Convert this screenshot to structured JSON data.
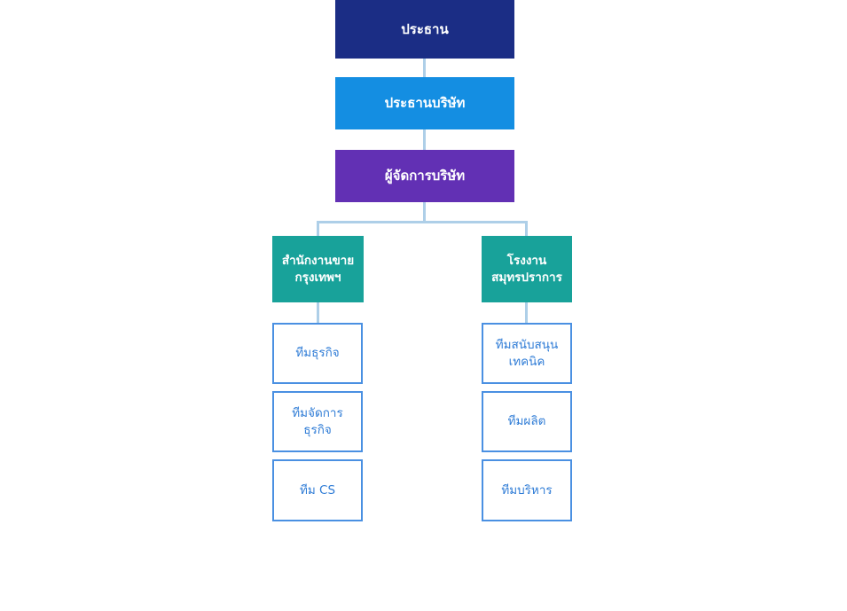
{
  "diagram": {
    "type": "organization-chart",
    "background": "#ffffff",
    "colors": {
      "level1": "#1b2d85",
      "level2": "#148ee2",
      "level3": "#6230b4",
      "level4": "#18a29a",
      "leaf-border": "#4a90e2",
      "leaf-text": "#2f7cd6",
      "connector": "#aecfe8"
    },
    "nodes": {
      "chairman": {
        "label": "ประธาน",
        "level": 1
      },
      "company_president": {
        "label": "ประธานบริษัท",
        "level": 2,
        "parent": "chairman"
      },
      "company_manager": {
        "label": "ผู้จัดการบริษัท",
        "level": 3,
        "parent": "company_president"
      },
      "bangkok_sales_office": {
        "label": "สำนักงานขาย\nกรุงเทพฯ",
        "level": 4,
        "parent": "company_manager"
      },
      "samut_prakan_factory": {
        "label": "โรงงาน\nสมุทรปราการ",
        "level": 4,
        "parent": "company_manager"
      },
      "business_team": {
        "label": "ทีมธุรกิจ",
        "level": 5,
        "parent": "bangkok_sales_office"
      },
      "business_management_team": {
        "label": "ทีมจัดการ\nธุรกิจ",
        "level": 5,
        "parent": "bangkok_sales_office"
      },
      "cs_team": {
        "label": "ทีม CS",
        "level": 5,
        "parent": "bangkok_sales_office"
      },
      "technical_support_team": {
        "label": "ทีมสนับสนุน\nเทคนิค",
        "level": 5,
        "parent": "samut_prakan_factory"
      },
      "production_team": {
        "label": "ทีมผลิต",
        "level": 5,
        "parent": "samut_prakan_factory"
      },
      "administration_team": {
        "label": "ทีมบริหาร",
        "level": 5,
        "parent": "samut_prakan_factory"
      }
    }
  }
}
